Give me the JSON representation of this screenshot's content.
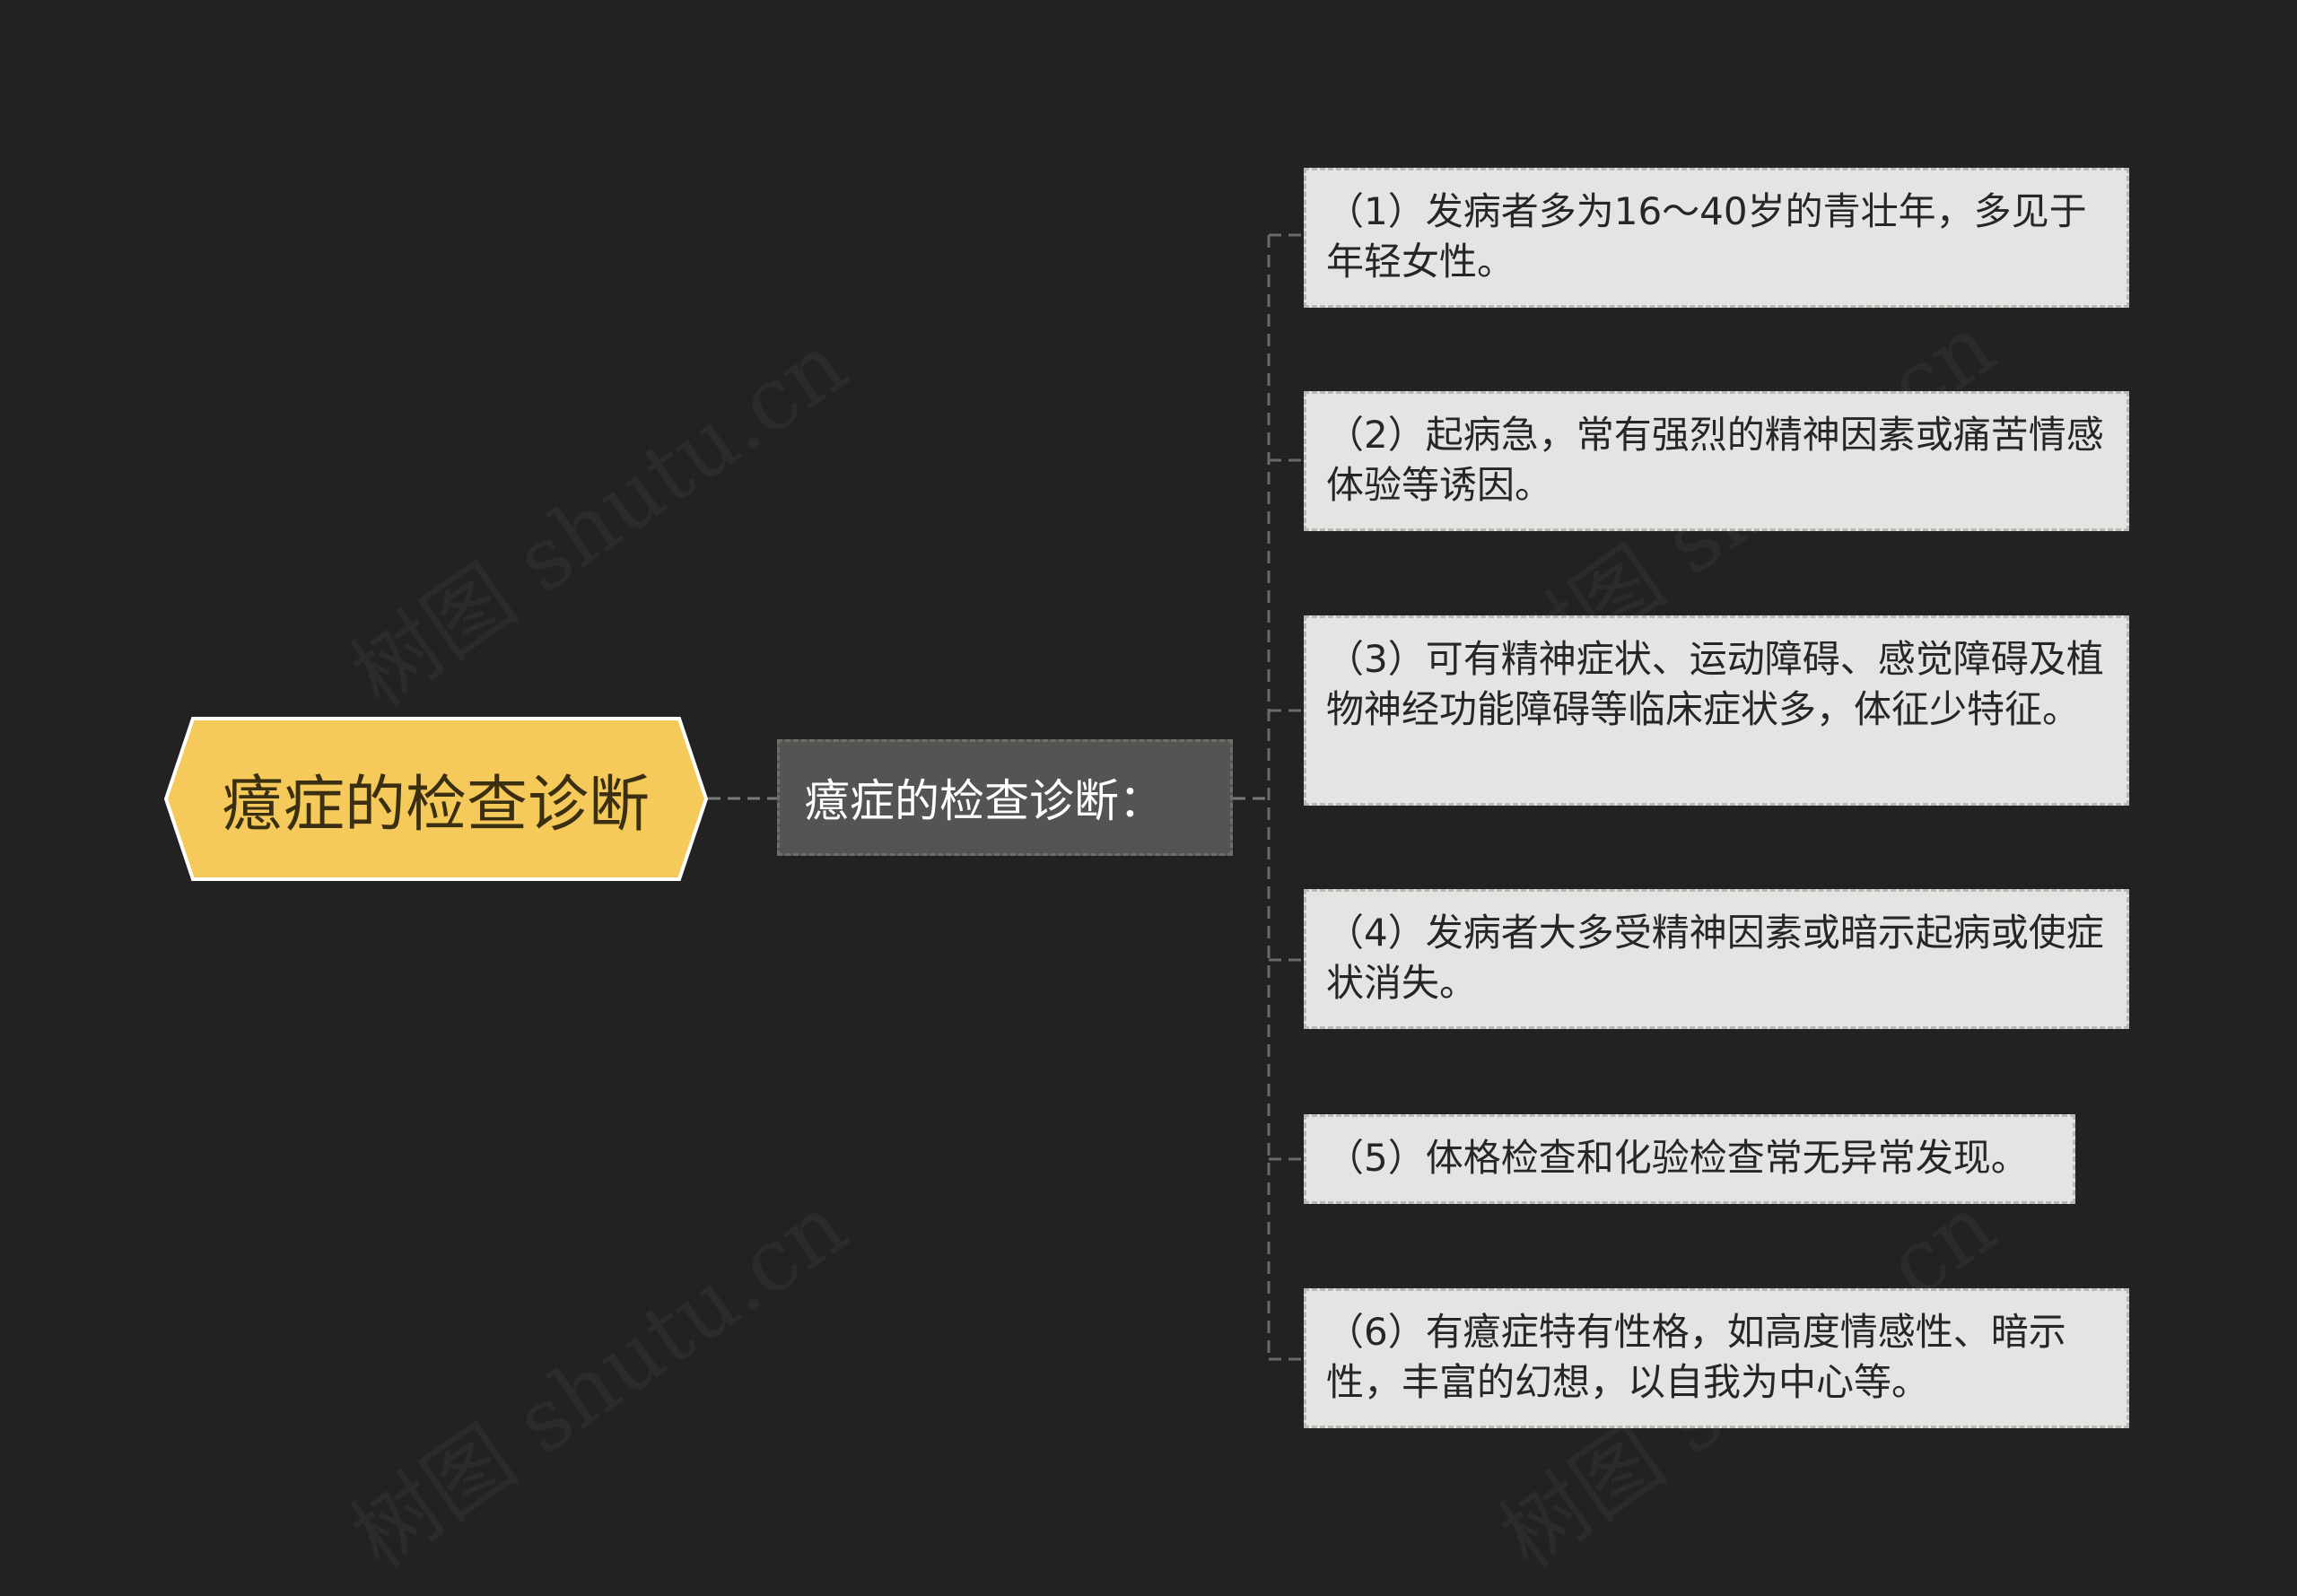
{
  "colors": {
    "background": "#222222",
    "root_fill": "#f5c95a",
    "root_stroke": "#ffffff",
    "mid_fill": "#565452",
    "leaf_fill": "#e4e4e2",
    "connector": "#7a7a7a"
  },
  "watermark": "树图 shutu.cn",
  "root": {
    "label": "癔症的检查诊断"
  },
  "mid": {
    "label": "癔症的检查诊断："
  },
  "leaves": [
    {
      "text": "（1）发病者多为16～40岁的青壮年，多见于年轻女性。"
    },
    {
      "text": "（2）起病急，常有强烈的精神因素或痛苦情感体验等诱因。"
    },
    {
      "text": "（3）可有精神症状、运动障碍、感觉障碍及植物神经功能障碍等临床症状多，体征少特征。"
    },
    {
      "text": "（4）发病者大多受精神因素或暗示起病或使症状消失。"
    },
    {
      "text": "（5）体格检查和化验检查常无异常发现。"
    },
    {
      "text": "（6）有癔症特有性格，如高度情感性、暗示性，丰富的幻想，以自我为中心等。"
    }
  ]
}
